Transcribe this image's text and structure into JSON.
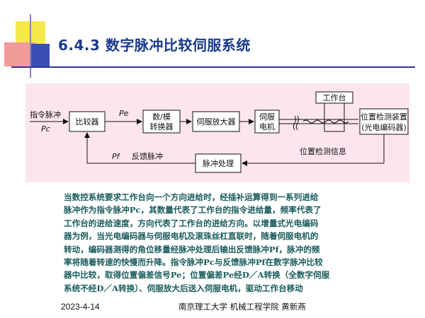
{
  "slide": {
    "title": "6.4.3 数字脉冲比较伺服系统"
  },
  "diagram": {
    "input_label": "指令脉冲",
    "input_symbol": "Pc",
    "comparator": "比较器",
    "pe_symbol": "Pe",
    "dac_line1": "数/模",
    "dac_line2": "转换器",
    "servo_amp": "伺服放大器",
    "motor_line1": "伺服",
    "motor_line2": "电机",
    "worktable": "工作台",
    "encoder_line1": "位置检测装置",
    "encoder_line2": "(光电编码器)",
    "pf_symbol": "Pf",
    "feedback_label": "反馈脉冲",
    "pulse_proc": "脉冲处理",
    "position_info": "位置检测信息"
  },
  "paragraph": {
    "lines": [
      "当数控系统要求工作台向一个方向进给时，经插补运算得到一系列进给",
      "脉冲作为指令脉冲Pc，其数量代表了工作台的指令进给量，频率代表了",
      "工作台的进给速度，方向代表了工作台的进给方向。以增量式光电编码",
      "器为例，当光电编码器与伺服电机及滚珠丝杠直联时，随着伺服电机的",
      "转动，编码器测得的角位移量经脉冲处理后输出反馈脉冲Pf，脉冲的频",
      "率将随着转速的快慢而升降。指令脉冲Pc与反馈脉冲Pf在数字脉冲比较",
      "器中比较，取得位置偏差信号Pe；位置偏差Pe经D／A转换（全数字伺服",
      "系统不经D／A转换）、伺服放大后送入伺服电机，驱动工作台移动"
    ]
  },
  "footer": {
    "date": "2023-4-14",
    "institution": "南京理工大学  机械工程学院  黄新燕"
  },
  "colors": {
    "title": "#1a3a8a",
    "paragraph": "#1a5c5c",
    "diagram_bg": "#fde5ee"
  }
}
